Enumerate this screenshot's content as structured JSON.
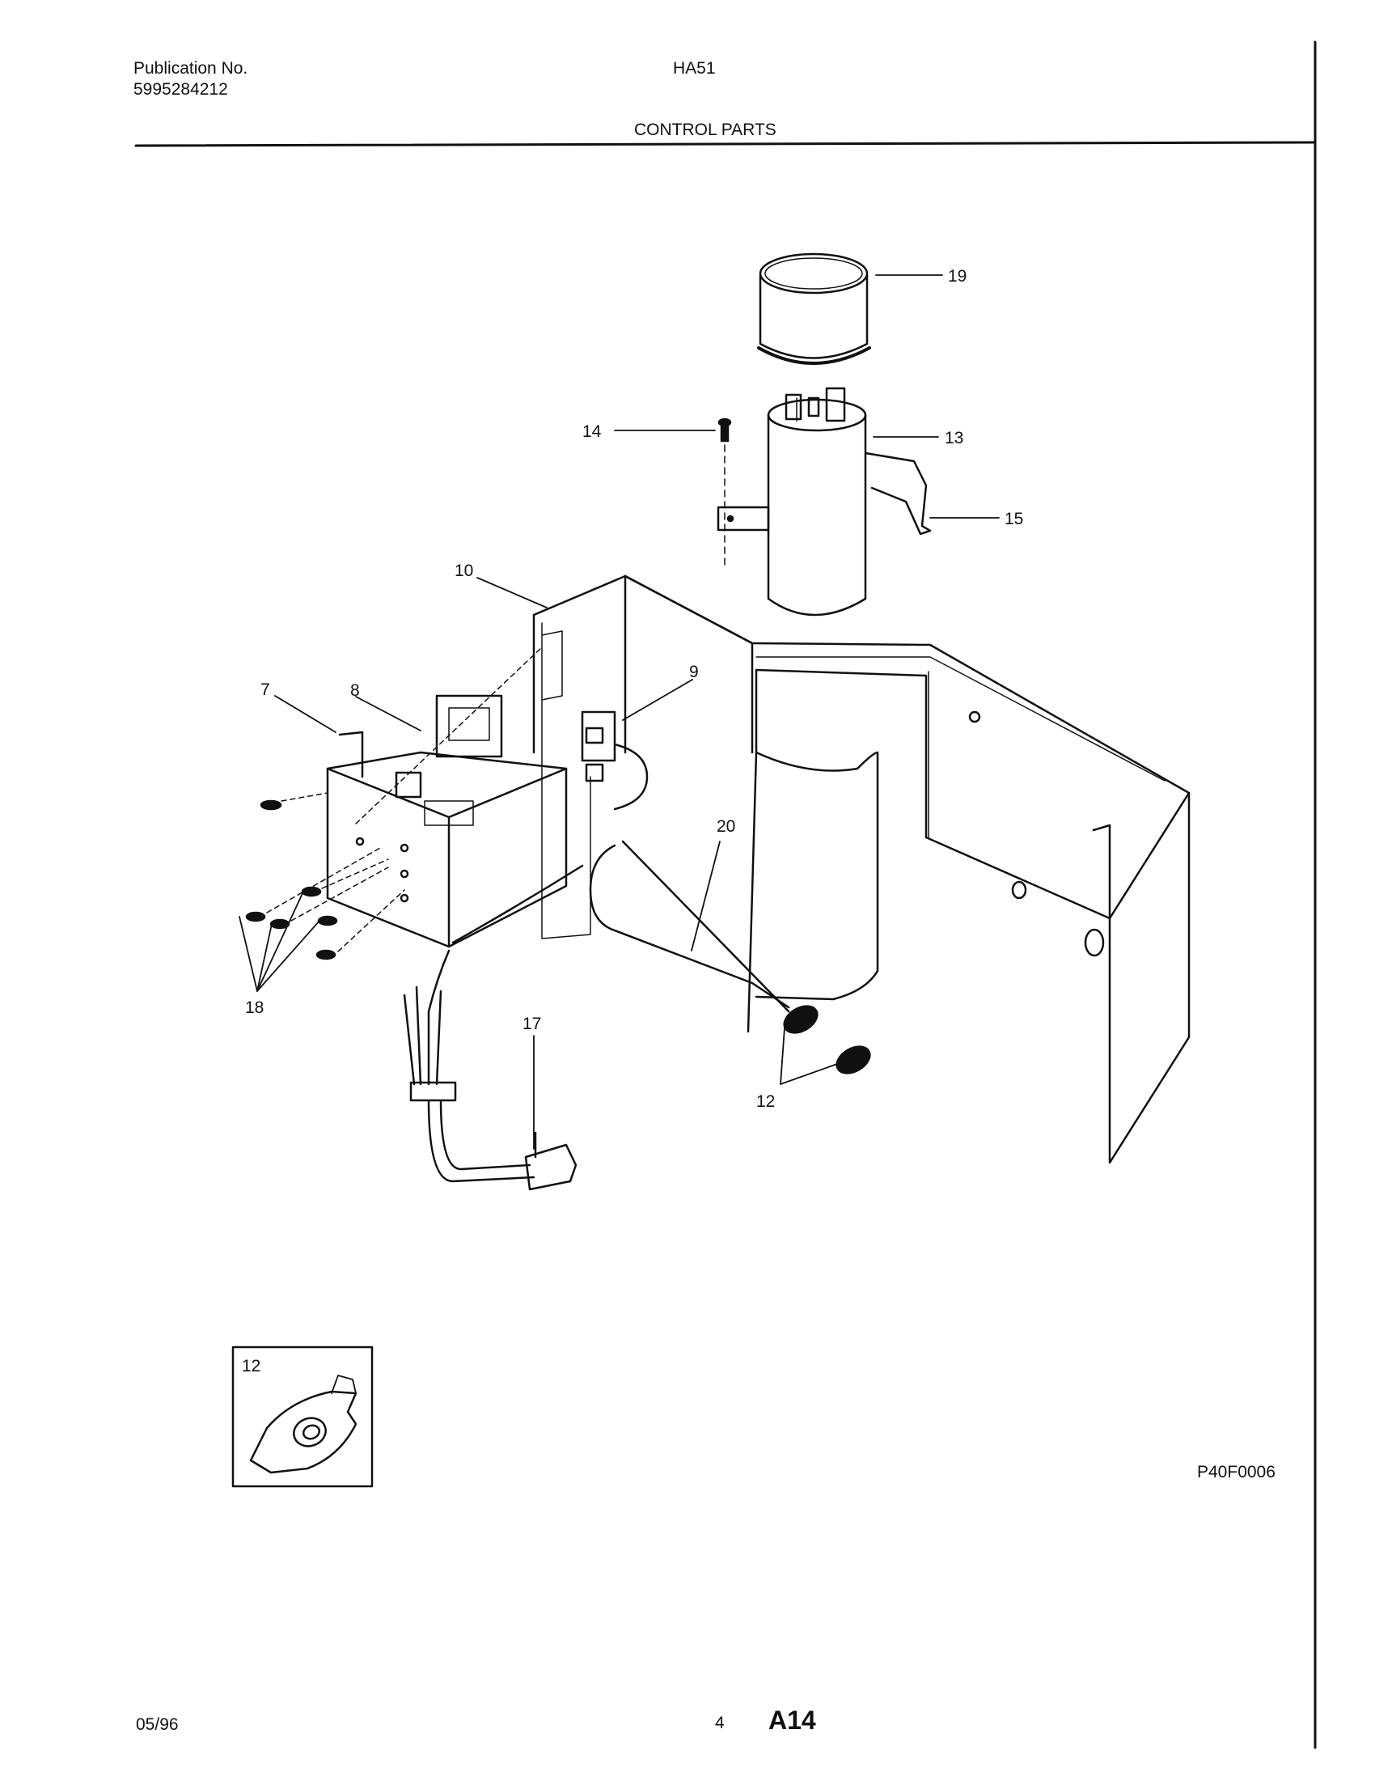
{
  "header": {
    "publication_label": "Publication No.",
    "publication_number": "5995284212",
    "model": "HA51",
    "section_title": "CONTROL PARTS"
  },
  "callouts": {
    "c7": "7",
    "c8": "8",
    "c9": "9",
    "c10": "10",
    "c12": "12",
    "c13": "13",
    "c14": "14",
    "c15": "15",
    "c17": "17",
    "c18": "18",
    "c19": "19",
    "c20": "20"
  },
  "inset": {
    "label": "12"
  },
  "figure_code": "P40F0006",
  "footer": {
    "date": "05/96",
    "page_number": "4",
    "page_code": "A14"
  }
}
